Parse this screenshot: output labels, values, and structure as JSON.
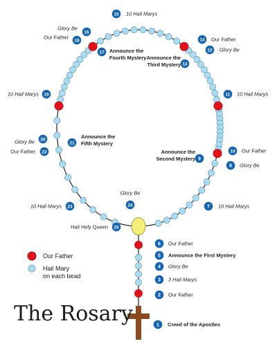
{
  "title": "The Rosary",
  "colors": {
    "hail_mary_bead": "#a9dcf0",
    "our_father_bead": "#e3121a",
    "hail_holy_queen_bead": "#f5ee7a",
    "number_badge": "#1565b0",
    "cross": "#8b4a22",
    "chain": "#222222"
  },
  "legend": {
    "our_father": "Our Father",
    "hail_mary_line1": "Hail Mary",
    "hail_mary_line2": "on each bead"
  },
  "steps": [
    {
      "n": "1",
      "label": "Creed of the Apostles"
    },
    {
      "n": "2",
      "label": "Our Father"
    },
    {
      "n": "3",
      "label": "3 Hail Marys"
    },
    {
      "n": "4",
      "label": "Glory Be"
    },
    {
      "n": "5",
      "label": "Announce the First Mystery"
    },
    {
      "n": "6",
      "label": "Our Father"
    },
    {
      "n": "7",
      "label": "10 Hail Marys"
    },
    {
      "n": "8",
      "label": "Glory Be"
    },
    {
      "n": "9",
      "label": "Announce the",
      "label2": "Second Mystery"
    },
    {
      "n": "10",
      "label": "Our Father"
    },
    {
      "n": "11",
      "label": "10 Hail Marys"
    },
    {
      "n": "12",
      "label": "Glory Be"
    },
    {
      "n": "13",
      "label": "Announce the",
      "label2": "Third Mystery"
    },
    {
      "n": "14",
      "label": "Our Father"
    },
    {
      "n": "15",
      "label": "10 Hail Marys"
    },
    {
      "n": "16",
      "label": "Glory Be"
    },
    {
      "n": "17",
      "label": "Announce the",
      "label2": "Fourth Mystery"
    },
    {
      "n": "18",
      "label": "Our Father"
    },
    {
      "n": "19",
      "label": "10 Hail Marys"
    },
    {
      "n": "20",
      "label": "Glory Be"
    },
    {
      "n": "21",
      "label": "Announce the",
      "label2": "Fifth Mystery"
    },
    {
      "n": "22",
      "label": "Our Father"
    },
    {
      "n": "23",
      "label": "10 Hail Marys"
    },
    {
      "n": "24",
      "label": "Glory Be"
    },
    {
      "n": "25",
      "label": "Hail Holy Queen"
    }
  ]
}
